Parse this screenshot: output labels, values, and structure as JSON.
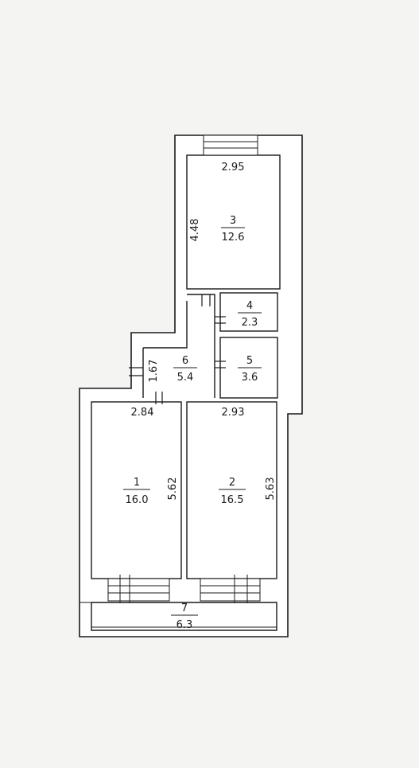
{
  "rooms": [
    {
      "id": "1",
      "number": "1",
      "area": "16.0"
    },
    {
      "id": "2",
      "number": "2",
      "area": "16.5"
    },
    {
      "id": "3",
      "number": "3",
      "area": "12.6"
    },
    {
      "id": "4",
      "number": "4",
      "area": "2.3"
    },
    {
      "id": "5",
      "number": "5",
      "area": "3.6"
    },
    {
      "id": "6",
      "number": "6",
      "area": "5.4"
    },
    {
      "id": "7",
      "number": "7",
      "area": "6.3"
    }
  ],
  "dimensions": {
    "room1_width": "2.84",
    "room1_length": "5.62",
    "room2_width": "2.93",
    "room2_length": "5.63",
    "room3_width": "2.95",
    "room3_length": "4.48",
    "hall_width": "1.67"
  },
  "colors": {
    "background": "#f4f4f3",
    "wall_fill": "#ffffff",
    "line": "#1a1a1a"
  }
}
